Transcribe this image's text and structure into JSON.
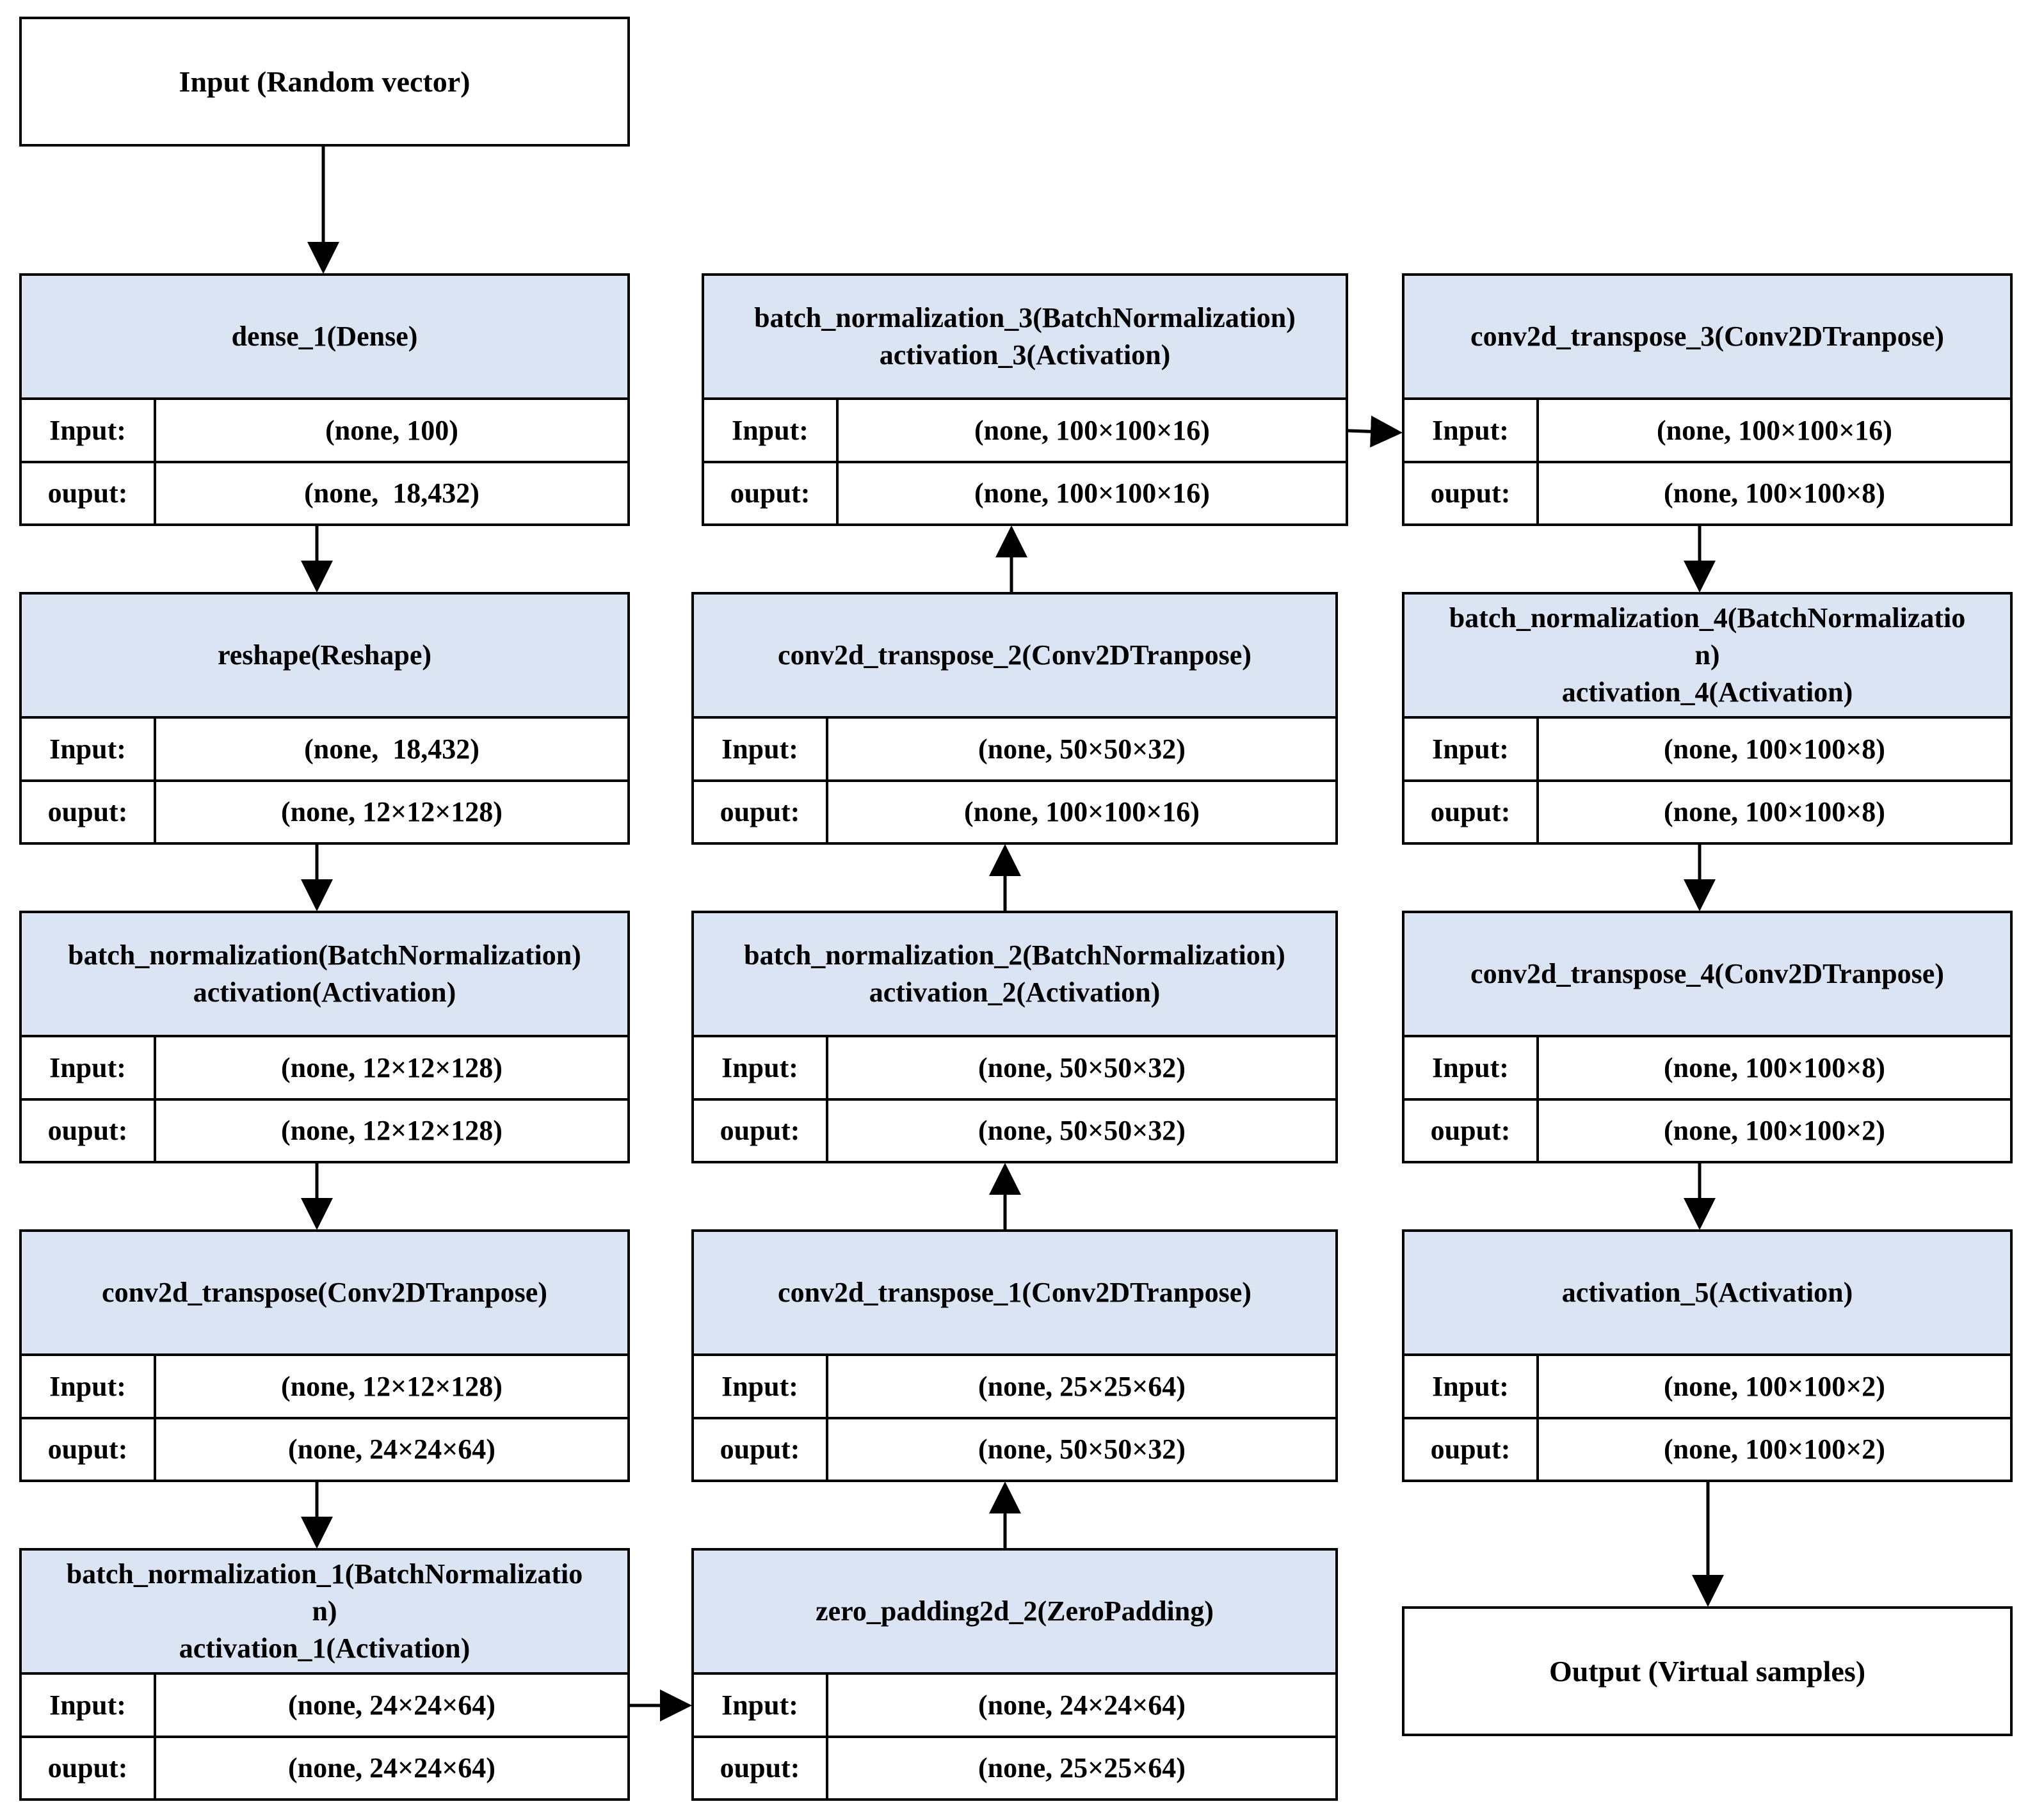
{
  "input_box": {
    "label": "Input (Random vector)"
  },
  "output_box": {
    "label": "Output (Virtual samples)"
  },
  "row_labels": {
    "input": "Input:",
    "output": "ouput:"
  },
  "layers": [
    {
      "id": "dense_1",
      "title": [
        "dense_1(Dense)"
      ],
      "input": "(none, 100)",
      "output": "(none,  18,432)"
    },
    {
      "id": "reshape",
      "title": [
        "reshape(Reshape)"
      ],
      "input": "(none,  18,432)",
      "output": "(none, 12×12×128)"
    },
    {
      "id": "batch_normalization",
      "title": [
        "batch_normalization(BatchNormalization)",
        "activation(Activation)"
      ],
      "input": "(none, 12×12×128)",
      "output": "(none, 12×12×128)"
    },
    {
      "id": "conv2d_transpose",
      "title": [
        "conv2d_transpose(Conv2DTranpose)"
      ],
      "input": "(none, 12×12×128)",
      "output": "(none, 24×24×64)"
    },
    {
      "id": "batch_normalization_1",
      "title": [
        "batch_normalization_1(BatchNormalizatio",
        "n)",
        "activation_1(Activation)"
      ],
      "input": "(none, 24×24×64)",
      "output": "(none, 24×24×64)"
    },
    {
      "id": "zero_padding2d_2",
      "title": [
        "zero_padding2d_2(ZeroPadding)"
      ],
      "input": "(none, 24×24×64)",
      "output": "(none, 25×25×64)"
    },
    {
      "id": "conv2d_transpose_1",
      "title": [
        "conv2d_transpose_1(Conv2DTranpose)"
      ],
      "input": "(none, 25×25×64)",
      "output": "(none, 50×50×32)"
    },
    {
      "id": "batch_normalization_2",
      "title": [
        "batch_normalization_2(BatchNormalization)",
        "activation_2(Activation)"
      ],
      "input": "(none, 50×50×32)",
      "output": "(none, 50×50×32)"
    },
    {
      "id": "conv2d_transpose_2",
      "title": [
        "conv2d_transpose_2(Conv2DTranpose)"
      ],
      "input": "(none, 50×50×32)",
      "output": "(none, 100×100×16)"
    },
    {
      "id": "batch_normalization_3",
      "title": [
        "batch_normalization_3(BatchNormalization)",
        "activation_3(Activation)"
      ],
      "input": "(none, 100×100×16)",
      "output": "(none, 100×100×16)"
    },
    {
      "id": "conv2d_transpose_3",
      "title": [
        "conv2d_transpose_3(Conv2DTranpose)"
      ],
      "input": "(none, 100×100×16)",
      "output": "(none, 100×100×8)"
    },
    {
      "id": "batch_normalization_4",
      "title": [
        "batch_normalization_4(BatchNormalizatio",
        "n)",
        "activation_4(Activation)"
      ],
      "input": "(none, 100×100×8)",
      "output": "(none, 100×100×8)"
    },
    {
      "id": "conv2d_transpose_4",
      "title": [
        "conv2d_transpose_4(Conv2DTranpose)"
      ],
      "input": "(none, 100×100×8)",
      "output": "(none, 100×100×2)"
    },
    {
      "id": "activation_5",
      "title": [
        "activation_5(Activation)"
      ],
      "input": "(none, 100×100×2)",
      "output": "(none, 100×100×2)"
    }
  ]
}
